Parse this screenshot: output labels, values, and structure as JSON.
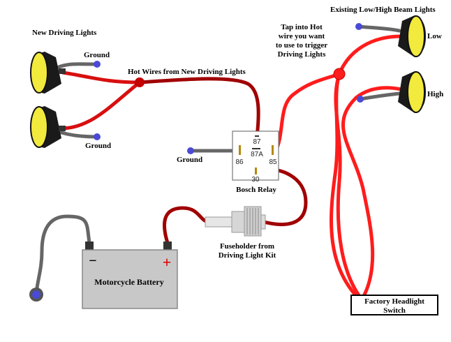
{
  "labels": {
    "new_driving_lights": "New Driving Lights",
    "ground_top": "Ground",
    "ground_bottom": "Ground",
    "ground_relay": "Ground",
    "hot_wires": "Hot Wires from New Driving Lights",
    "tap_line1": "Tap into Hot",
    "tap_line2": "wire you want",
    "tap_line3": "to use to trigger",
    "tap_line4": "Driving Lights",
    "existing_lights": "Existing Low/High Beam Lights",
    "low": "Low",
    "high": "High",
    "bosch_relay": "Bosch Relay",
    "fuseholder_line1": "Fuseholder from",
    "fuseholder_line2": "Driving Light Kit",
    "battery": "Motorcycle Battery",
    "battery_neg": "−",
    "battery_pos": "+",
    "switch_line1": "Factory Headlight",
    "switch_line2": "Switch"
  },
  "relay_pins": {
    "p87": "87",
    "p87a": "87A",
    "p86": "86",
    "p85": "85",
    "p30": "30"
  },
  "colors": {
    "wire_red": "#d80f0f",
    "wire_dark_red": "#a00000",
    "wire_bright_red": "#ff1c1c",
    "ground_wire": "#666666",
    "ground_terminal": "#4a4ad6",
    "lamp_lens": "#f2ea3c",
    "battery_body": "#c8c8c8"
  }
}
